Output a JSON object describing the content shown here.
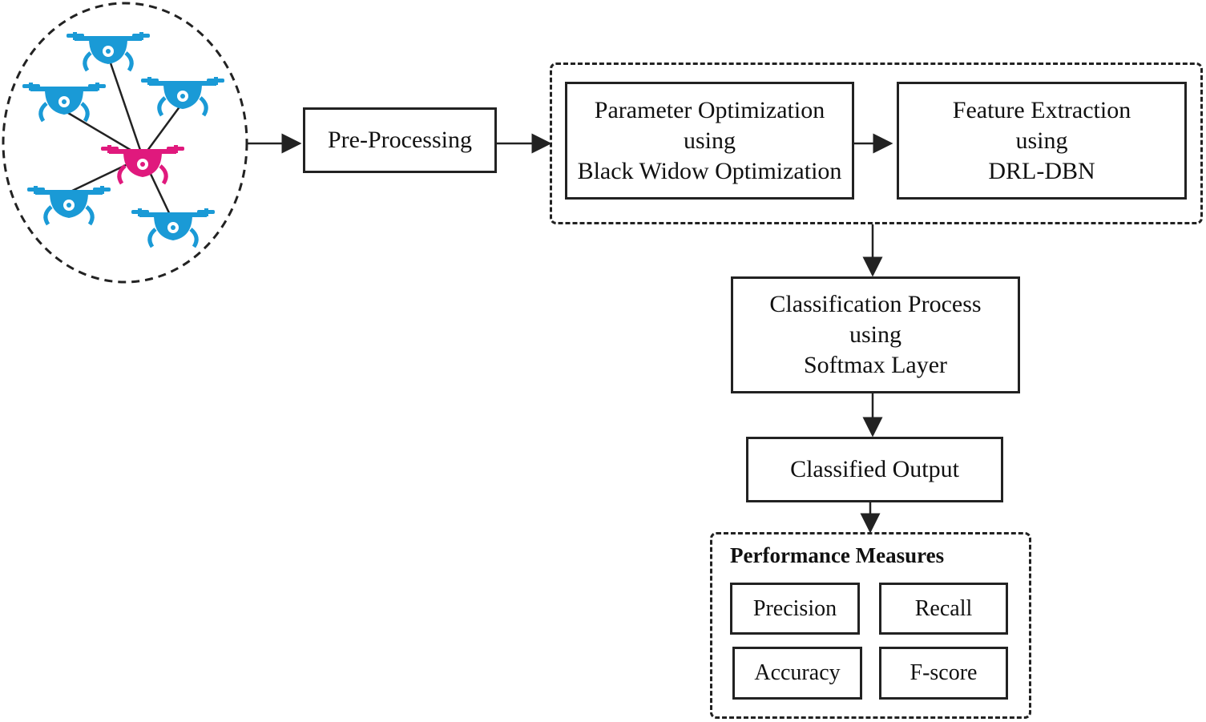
{
  "steps": {
    "preprocessing": {
      "label": "Pre-Processing"
    },
    "param_opt": {
      "line1": "Parameter Optimization",
      "line2": "using",
      "line3": "Black Widow Optimization"
    },
    "feature_ext": {
      "line1": "Feature Extraction",
      "line2": "using",
      "line3": "DRL-DBN"
    },
    "classification": {
      "line1": "Classification Process",
      "line2": "using",
      "line3": "Softmax Layer"
    },
    "output": {
      "label": "Classified Output"
    }
  },
  "performance": {
    "title": "Performance Measures",
    "metrics": [
      "Precision",
      "Recall",
      "Accuracy",
      "F-score"
    ]
  },
  "drone_network": {
    "drones": [
      {
        "name": "drone-icon",
        "role": "node",
        "color": "#1a9ad6"
      },
      {
        "name": "drone-icon",
        "role": "node",
        "color": "#1a9ad6"
      },
      {
        "name": "drone-icon",
        "role": "node",
        "color": "#1a9ad6"
      },
      {
        "name": "drone-icon",
        "role": "node",
        "color": "#1a9ad6"
      },
      {
        "name": "drone-icon",
        "role": "node",
        "color": "#1a9ad6"
      },
      {
        "name": "drone-icon",
        "role": "hub",
        "color": "#e0197d"
      }
    ]
  },
  "colors": {
    "node": "#1a9ad6",
    "hub": "#e0197d",
    "line": "#222222"
  }
}
